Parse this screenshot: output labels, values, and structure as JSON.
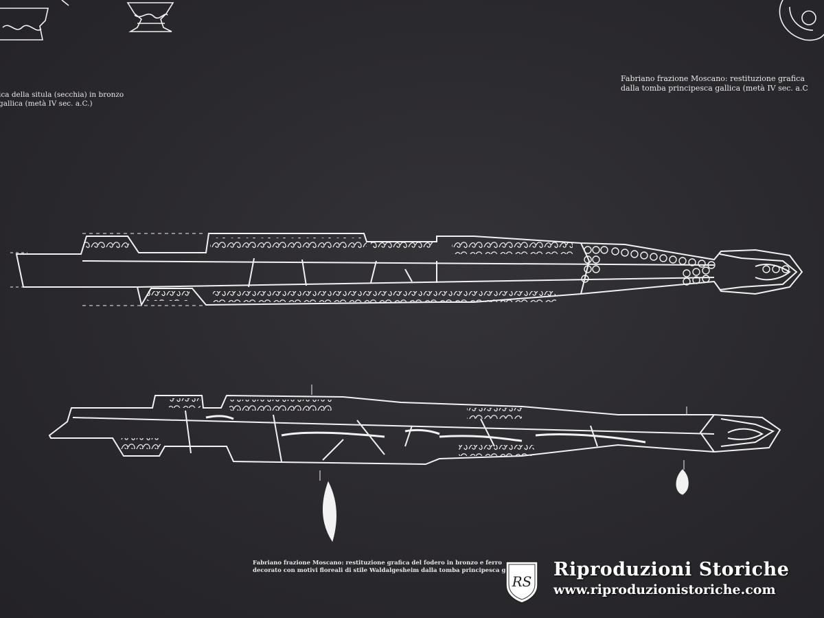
{
  "captions": {
    "top_left": {
      "line1": "ica della situla (secchia) in bronzo",
      "line2": "gallica (metà  IV sec. a.C.)"
    },
    "top_right": {
      "line1": "Fabriano frazione Moscano: restituzione grafica",
      "line2": "dalla tomba principesca gallica (metà  IV sec. a.C"
    },
    "bottom": {
      "line1": "Fabriano frazione Moscano: restituzione grafica del fodero in bronzo e ferro",
      "line2": "decorato con motivi floreali di stile Waldalgesheim dalla tomba principesca ga"
    }
  },
  "watermark": {
    "logo_letters": "RS",
    "name": "Riproduzioni Storiche",
    "url": "www.riproduzionistoriche.com"
  },
  "colors": {
    "background": "#2b2a2e",
    "drawing": "#f2f2f2"
  }
}
